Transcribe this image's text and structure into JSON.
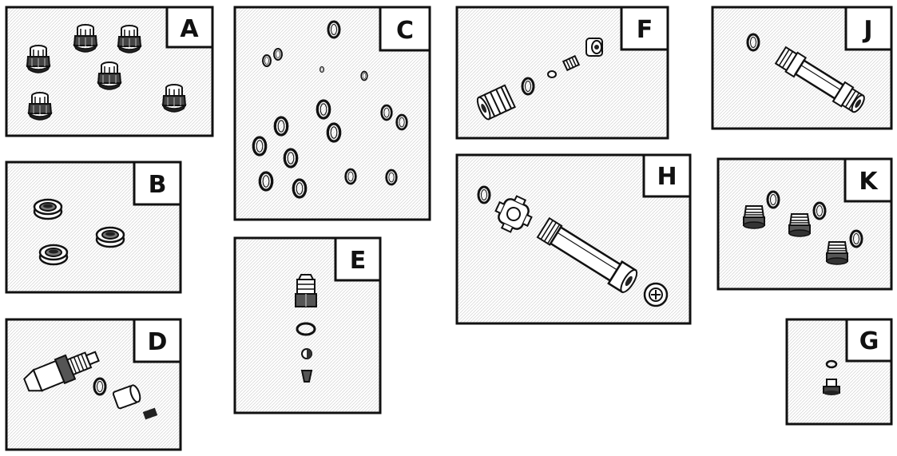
{
  "diagram": {
    "panels": [
      {
        "id": "A",
        "label": "A",
        "content": "check-valve-caps"
      },
      {
        "id": "B",
        "label": "B",
        "content": "seals"
      },
      {
        "id": "C",
        "label": "C",
        "content": "o-rings"
      },
      {
        "id": "D",
        "label": "D",
        "content": "unloader-valve-parts"
      },
      {
        "id": "E",
        "label": "E",
        "content": "nozzle-fitting-ball-spring"
      },
      {
        "id": "F",
        "label": "F",
        "content": "nut-oring-spring-retainer"
      },
      {
        "id": "H",
        "label": "H",
        "content": "pipe-nipple-oring"
      },
      {
        "id": "J",
        "label": "J",
        "content": "sight-tube-assembly"
      },
      {
        "id": "K",
        "label": "K",
        "content": "plugs-with-orings"
      },
      {
        "id": "G",
        "label": "G",
        "content": "bolt-and-oring"
      }
    ],
    "colors": {
      "line": "#111111",
      "fill": "#ffffff",
      "shade": "#555555",
      "frame": "#222222"
    }
  }
}
